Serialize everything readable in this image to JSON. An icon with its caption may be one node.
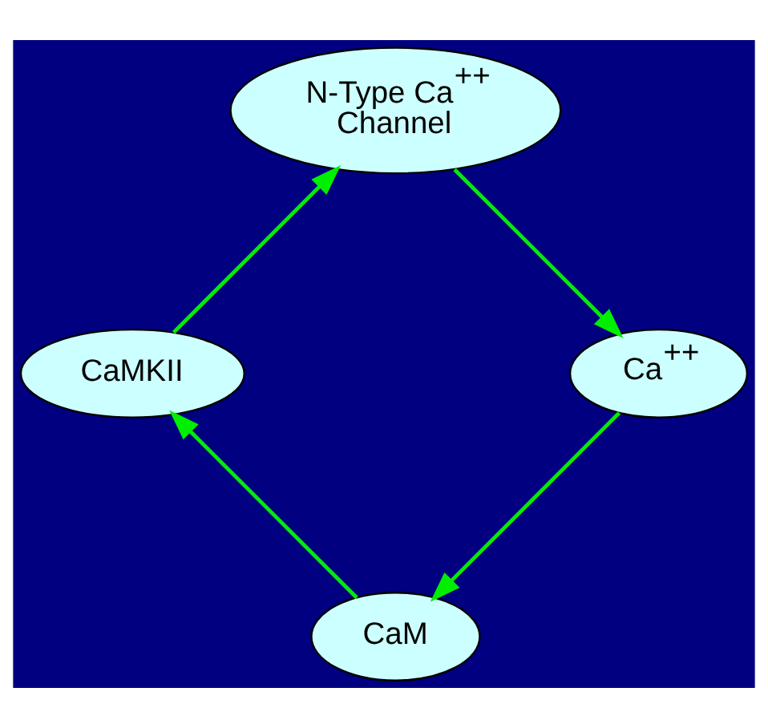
{
  "diagram": {
    "nodes": [
      {
        "text": [
          "CaM"
        ]
      },
      {
        "text": [
          "Ca$^{++}$"
        ]
      },
      {
        "text": [
          "CaMKII"
        ]
      },
      {
        "text": [
          "N-Type Ca$^{++}$ Channel"
        ]
      }
    ],
    "edges": [
      {
        "from": 1,
        "to": 0,
        "arrow": "to"
      },
      {
        "from": 0,
        "to": 2,
        "arrow": "to"
      },
      {
        "from": 2,
        "to": 3,
        "arrow": "to"
      },
      {
        "from": 3,
        "to": 1,
        "arrow": "to"
      }
    ]
  }
}
